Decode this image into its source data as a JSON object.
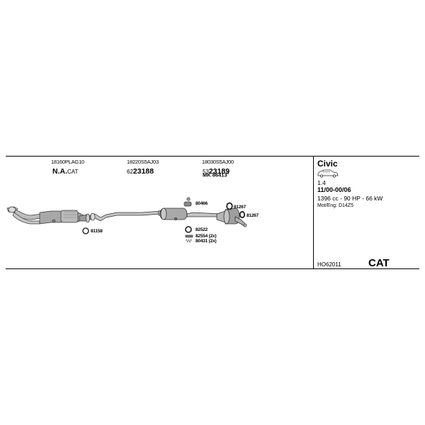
{
  "parts": {
    "p1": {
      "oe": "18160PLAG10",
      "code_bold": "N.A.",
      "code_suffix": "CAT"
    },
    "p2": {
      "oe": "18220S5AJ03",
      "code_prefix": "62",
      "code_bold": "23188"
    },
    "p3": {
      "oe": "18030S5AJ00",
      "code_prefix": "53",
      "code_bold": "23189",
      "mk_prefix": "MK",
      "mk_value": "86413",
      "mk_sup": "1"
    }
  },
  "labels": {
    "l80466": "80466",
    "l81267a": "81267",
    "l81267b": "81267",
    "l81158": "81158",
    "l82522": "82522",
    "l82554": "82554 (2x)",
    "l80431": "80431 (2x)"
  },
  "vehicle": {
    "model": "Civic",
    "engine_size": "1.4",
    "period": "11/00-00/06",
    "spec": "1396 cc - 90 HP - 66 kW",
    "mot_eng": "Mot/Eng: D14Z5",
    "icon": "car-sedan-icon"
  },
  "footer": {
    "code": "HO62011",
    "type": "CAT"
  }
}
